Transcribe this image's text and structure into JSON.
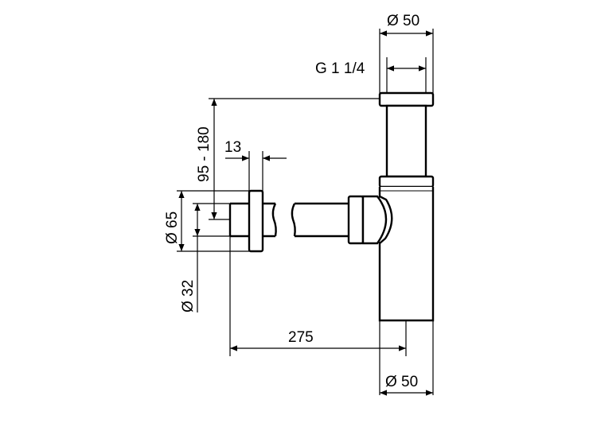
{
  "dimensions": {
    "top_outer_diameter": "Ø 50",
    "thread": "G 1 1/4",
    "height_range": "95 - 180",
    "flange_thickness": "13",
    "flange_diameter": "Ø 65",
    "pipe_diameter": "Ø 32",
    "horizontal_length": "275",
    "bottom_outer_diameter": "Ø 50"
  }
}
